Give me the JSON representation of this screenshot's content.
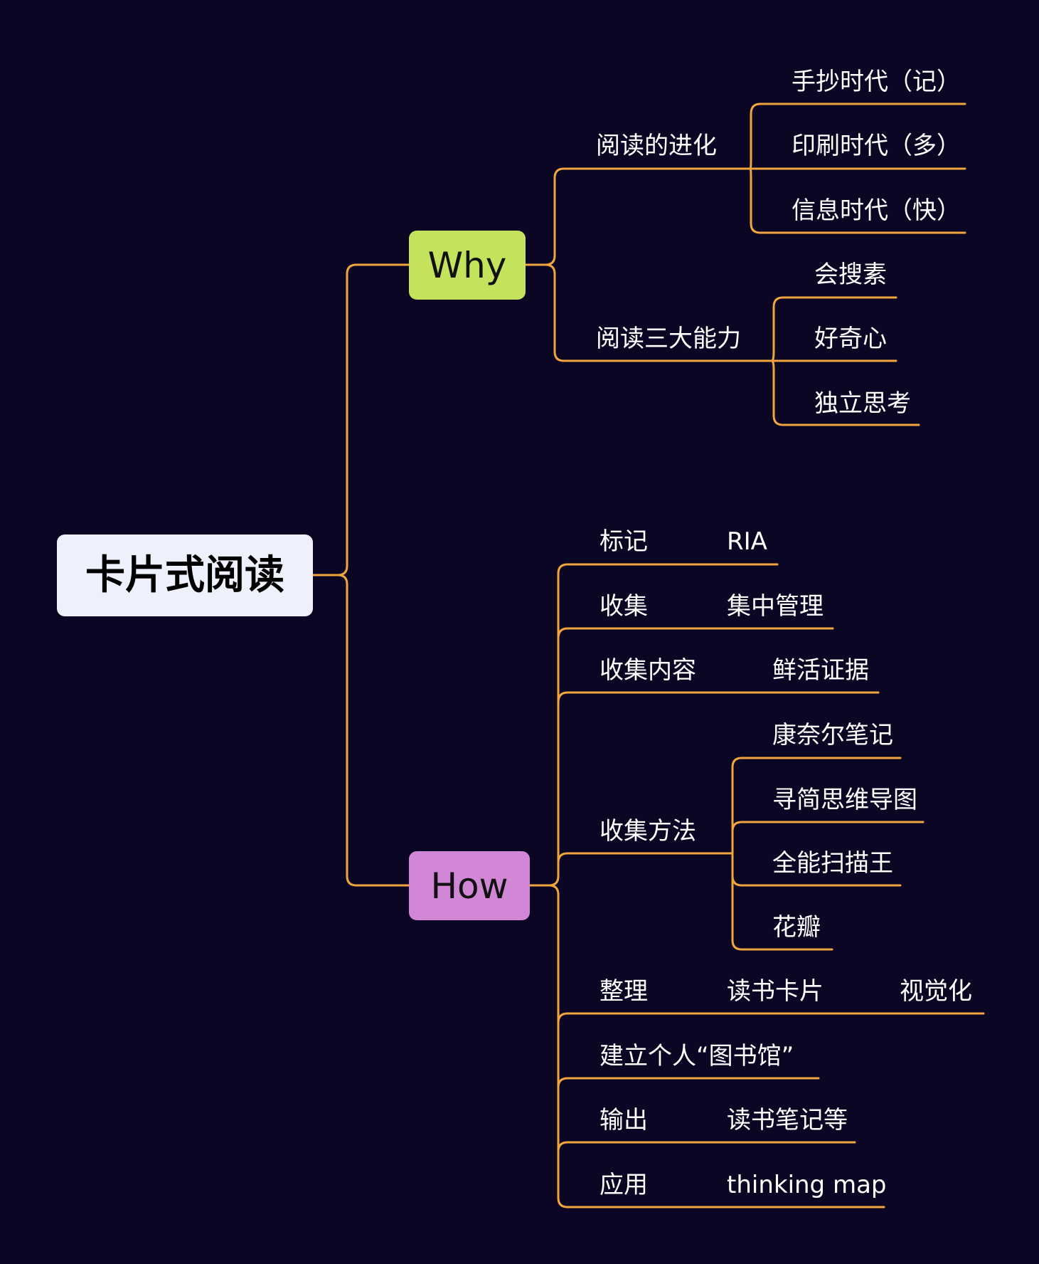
{
  "root": {
    "label": "卡片式阅读",
    "color": "#eef0fb"
  },
  "edge_color": "#f0a53e",
  "background": "#0a0623",
  "why": {
    "label": "Why",
    "color": "#c4e35d",
    "branches": [
      {
        "label": "阅读的进化",
        "children": [
          "手抄时代（记）",
          "印刷时代（多）",
          "信息时代（快）"
        ]
      },
      {
        "label": "阅读三大能力",
        "children": [
          "会搜素",
          "好奇心",
          "独立思考"
        ]
      }
    ]
  },
  "how": {
    "label": "How",
    "color": "#d187d6",
    "branches": [
      {
        "label": "标记",
        "children": [
          "RIA"
        ]
      },
      {
        "label": "收集",
        "children": [
          "集中管理"
        ]
      },
      {
        "label": "收集内容",
        "children": [
          "鲜活证据"
        ]
      },
      {
        "label": "收集方法",
        "children": [
          "康奈尔笔记",
          "寻简思维导图",
          "全能扫描王",
          "花瓣"
        ]
      },
      {
        "label": "整理",
        "children": [
          "读书卡片"
        ],
        "grandchild": "视觉化"
      },
      {
        "label": "建立个人“图书馆”",
        "children": []
      },
      {
        "label": "输出",
        "children": [
          "读书笔记等"
        ]
      },
      {
        "label": "应用",
        "children": [
          "thinking map"
        ]
      }
    ]
  }
}
